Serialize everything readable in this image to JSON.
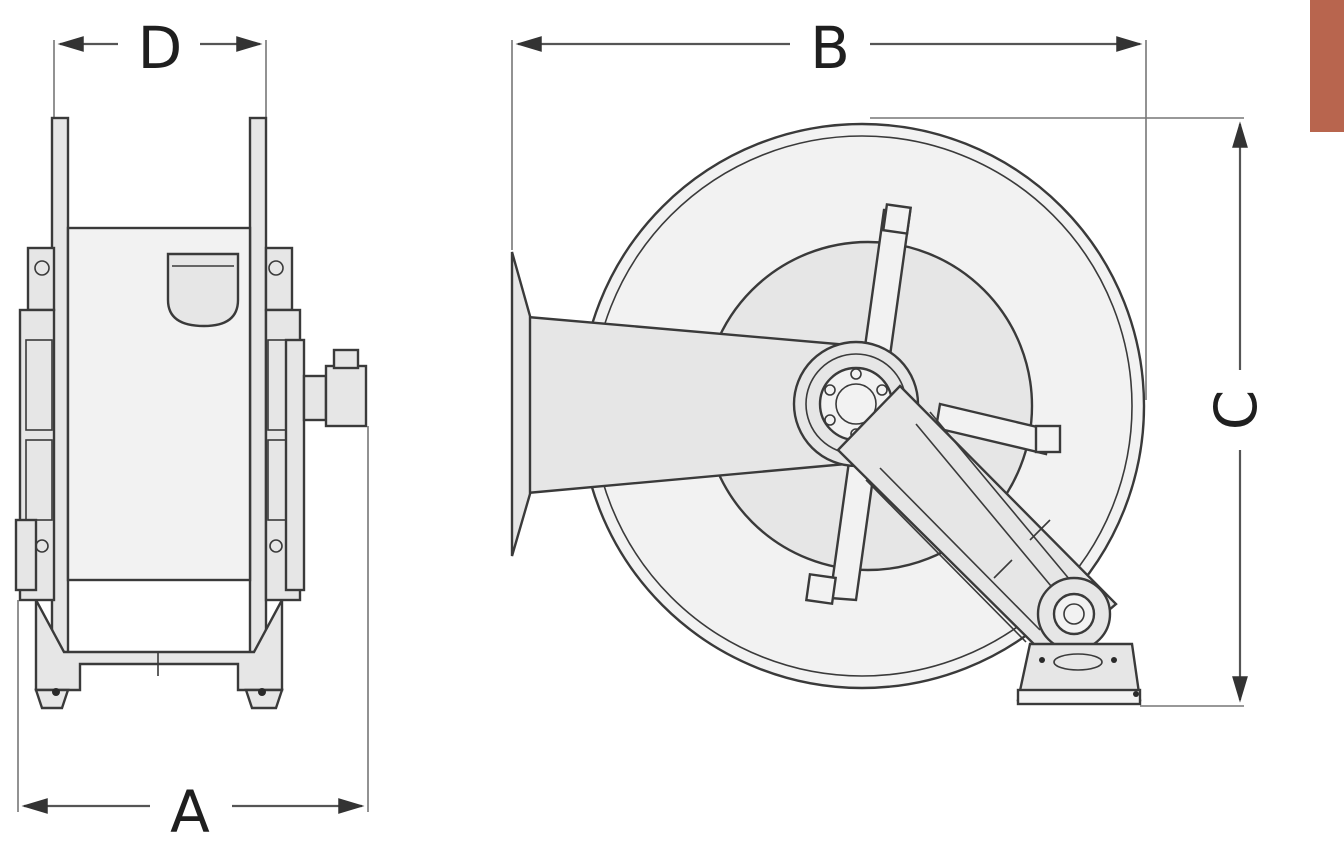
{
  "labels": {
    "a": "A",
    "b": "B",
    "c": "C",
    "d": "D"
  },
  "colors": {
    "accent_tab": "#b8654e",
    "part_fill": "#e6e6e6",
    "line": "#3a3a3a"
  }
}
